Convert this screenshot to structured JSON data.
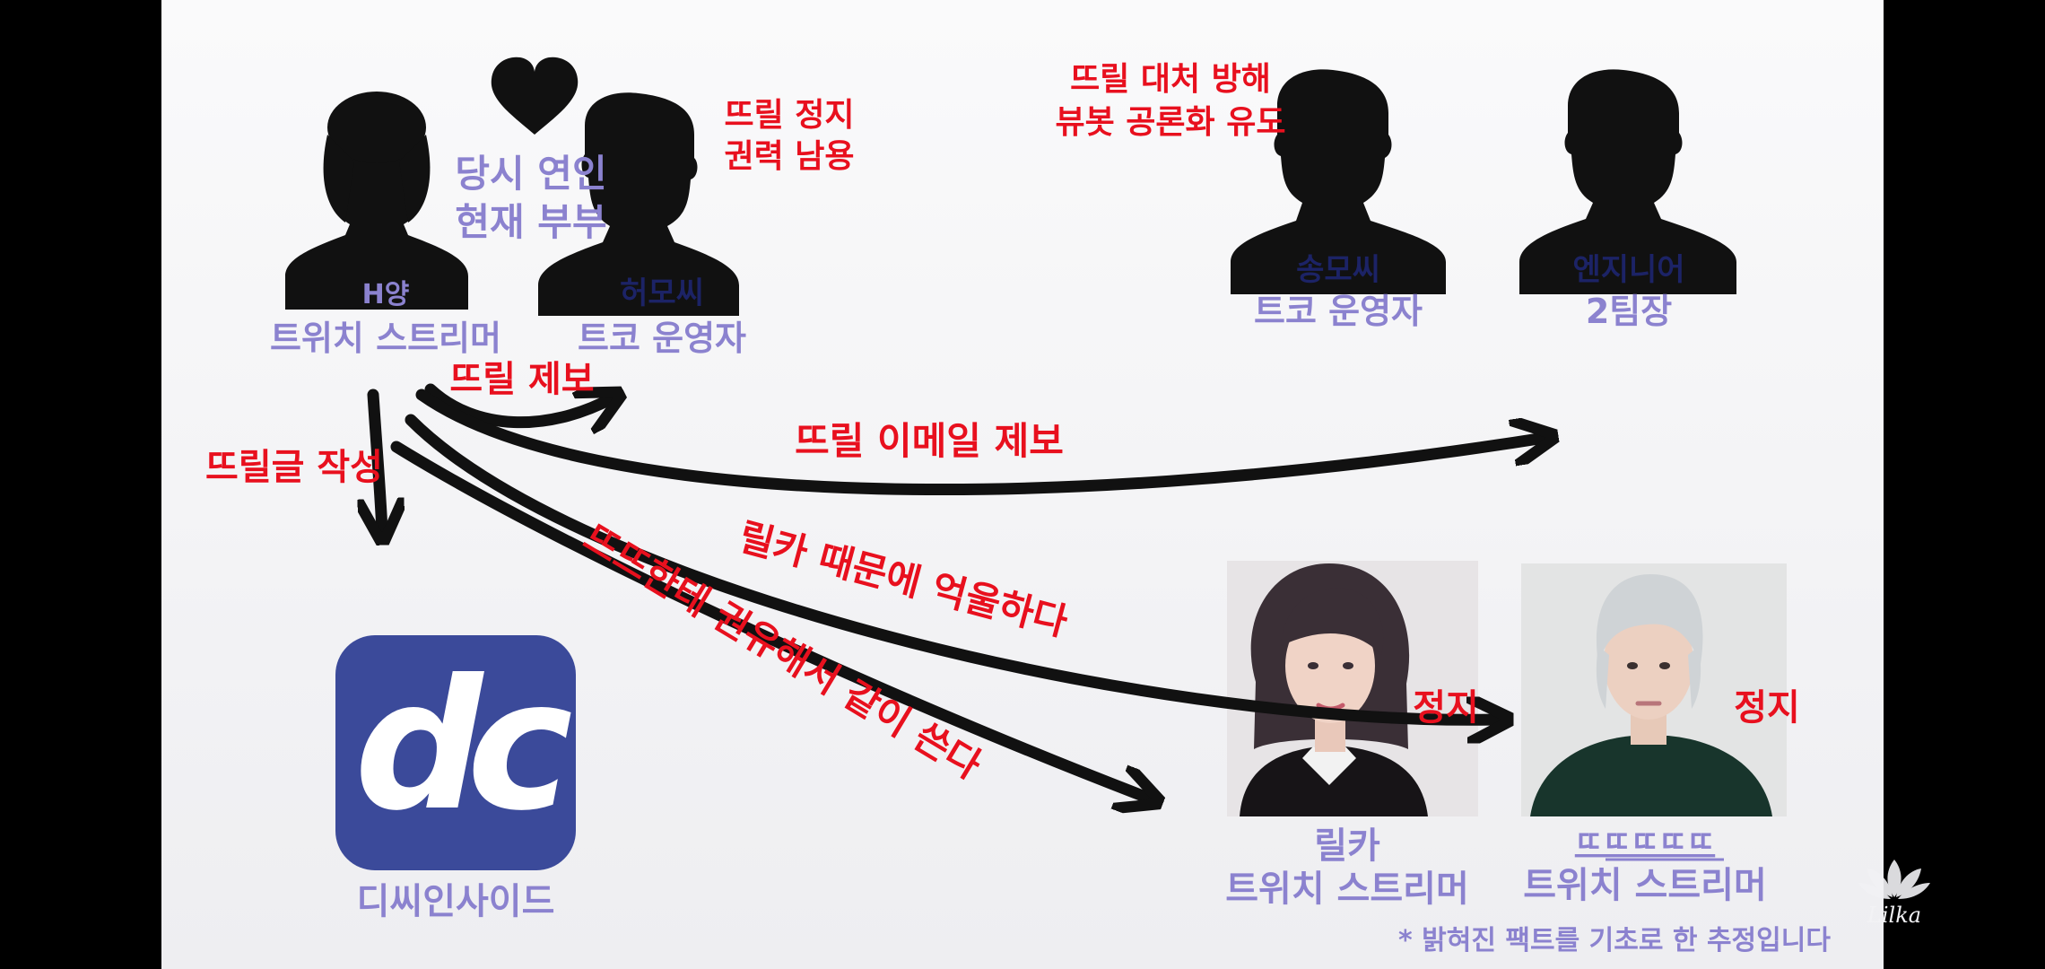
{
  "people": [
    {
      "id": "h",
      "tag": "H양",
      "role": "트위치 스트리머"
    },
    {
      "id": "heo",
      "tag": "허모씨",
      "role": "트코 운영자"
    },
    {
      "id": "song",
      "tag": "송모씨",
      "role": "트코 운영자"
    },
    {
      "id": "eng",
      "tag": "엔지니어",
      "role": "2팀장"
    },
    {
      "id": "rilka",
      "tag": "릴카",
      "role": "트위치 스트리머"
    },
    {
      "id": "ddd",
      "tag": "ㄸㄸㄸㄸㄸ",
      "role": "트위치 스트리머"
    }
  ],
  "relationship": {
    "line1": "당시 연인",
    "line2": "현재 부부"
  },
  "heo_note": {
    "line1": "뜨릴 정지",
    "line2": "권력 남용"
  },
  "song_note": {
    "line1": "뜨릴 대처 방해",
    "line2": "뷰봇 공론화 유도"
  },
  "suspend_label": "정지",
  "dc": {
    "name": "디씨인사이드",
    "logo_text": "dc",
    "color": "#3b4a9a"
  },
  "arrows": {
    "report": "뜨릴 제보",
    "write": "뜨릴글 작성",
    "email": "뜨릴 이메일 제보",
    "resent": "릴카 때문에 억울하다",
    "recruit": "뜨뜨한테 권유해서 같이 쓴다"
  },
  "footnote": "* 밝혀진 팩트를 기초로 한 추정입니다",
  "watermark": "Lilka",
  "colors": {
    "red": "#e8101e",
    "purple": "#8b82cf",
    "navy": "#1c2366",
    "background": "#f4f4f6"
  }
}
